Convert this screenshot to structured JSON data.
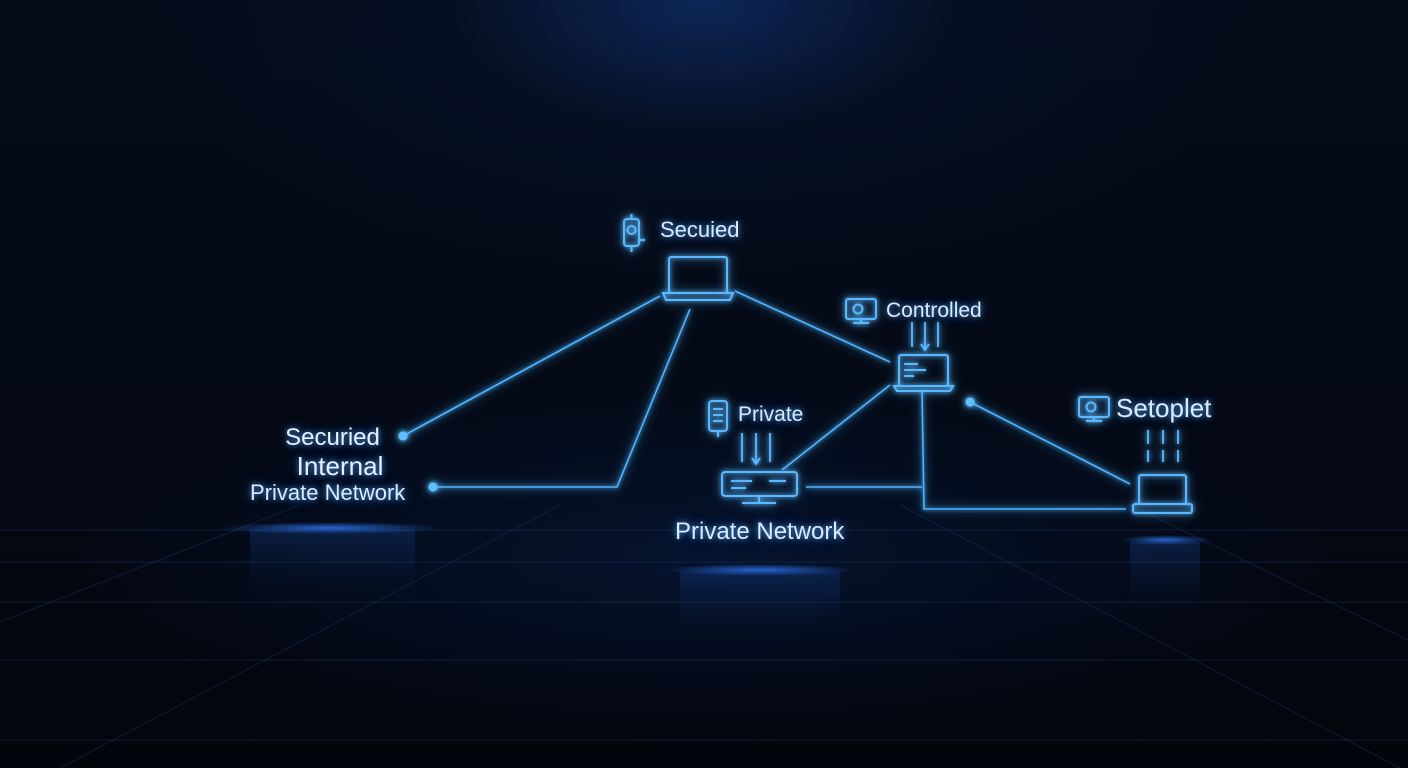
{
  "colors": {
    "accent": "#4fb4ff",
    "glow": "#2f8cff",
    "text": "#dbeaff",
    "background": "#03070f"
  },
  "labels": {
    "top_laptop": "Secuied",
    "controlled": "Controlled",
    "private": "Private",
    "setoplet": "Setoplet",
    "left_line1": "Securied",
    "left_line2": "Internal",
    "left_line3": "Private Network",
    "bottom": "Private Network"
  },
  "icons": {
    "top_laptop_badge": "lock-device-icon",
    "controlled_badge": "monitor-icon",
    "private_badge": "server-rack-icon",
    "setoplet_badge": "monitor-icon",
    "top_node": "laptop-icon",
    "controlled_node": "laptop-icon",
    "private_node": "router-icon",
    "right_node": "laptop-icon"
  }
}
